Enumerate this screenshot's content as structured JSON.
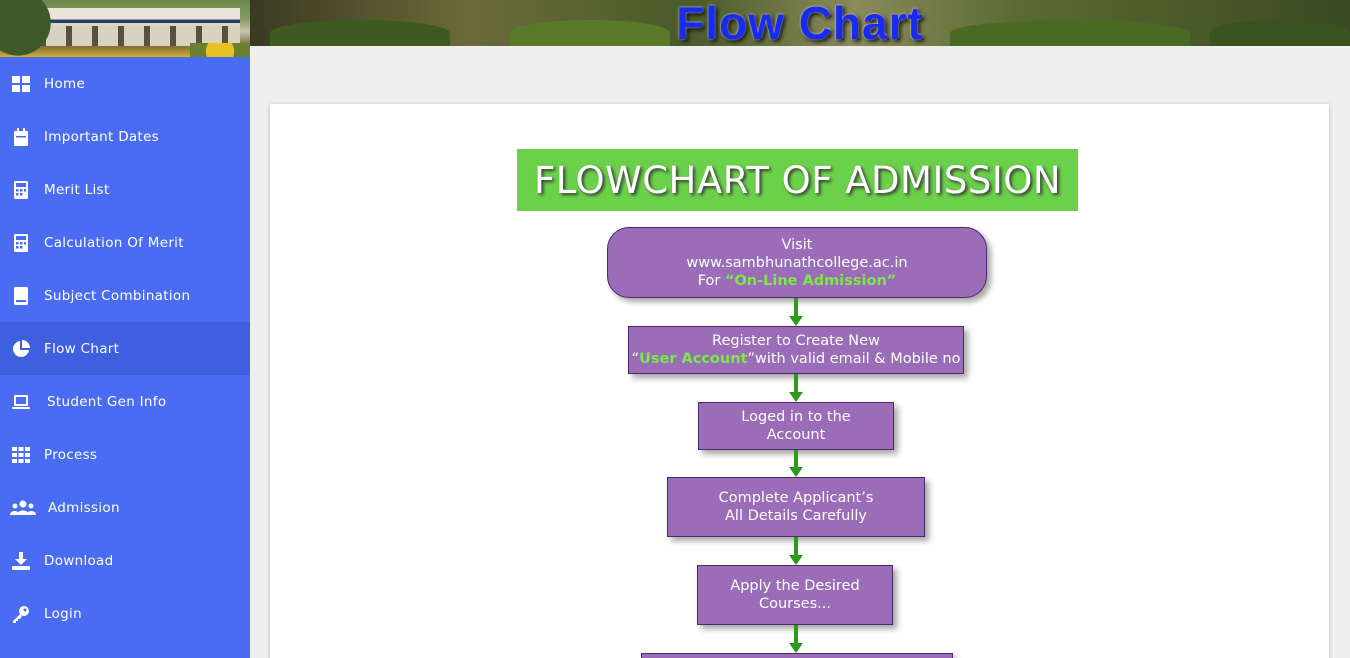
{
  "header": {
    "title": "Flow Chart"
  },
  "sidebar": {
    "items": [
      {
        "label": "Home",
        "icon": "grid-icon"
      },
      {
        "label": "Important Dates",
        "icon": "calendar-icon"
      },
      {
        "label": "Merit List",
        "icon": "calculator-icon"
      },
      {
        "label": "Calculation Of Merit",
        "icon": "calculator-icon"
      },
      {
        "label": "Subject Combination",
        "icon": "book-icon"
      },
      {
        "label": "Flow Chart",
        "icon": "pie-chart-icon",
        "active": true
      },
      {
        "label": "Student Gen Info",
        "icon": "laptop-icon"
      },
      {
        "label": "Process",
        "icon": "grid-9-icon"
      },
      {
        "label": "Admission",
        "icon": "users-icon"
      },
      {
        "label": "Download",
        "icon": "download-icon"
      },
      {
        "label": "Login",
        "icon": "key-icon"
      }
    ]
  },
  "flowchart": {
    "heading": "FLOWCHART OF ADMISSION",
    "step1": {
      "line1": "Visit",
      "line2": "www.sambhunathcollege.ac.in",
      "line3_prefix": "For ",
      "line3_highlight": "“On-Line Admission”"
    },
    "step2": {
      "line1": "Register to Create New",
      "line2_open_quote": "“",
      "line2_highlight": "User Account",
      "line2_rest": "”with valid email & Mobile no"
    },
    "step3": {
      "line1": "Loged in to the",
      "line2": "Account"
    },
    "step4": {
      "line1": "Complete Applicant’s",
      "line2": "All Details Carefully"
    },
    "step5": {
      "line1": "Apply the Desired",
      "line2": "Courses..."
    }
  },
  "colors": {
    "sidebar": "#4a6cf2",
    "sidebar_active": "#3d5fe0",
    "title": "#1a2bf0",
    "heading_bg": "#6bd14a",
    "box_bg": "#9b6db8",
    "highlight": "#7ce84a",
    "arrow": "#2e9a1c"
  }
}
